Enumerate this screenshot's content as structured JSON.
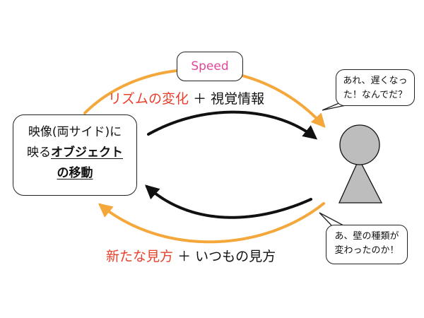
{
  "speed_label": "Speed",
  "object_box": {
    "line1": "映像(両サイド)に",
    "line2_prefix": "映る",
    "line2_emphasis": "オブジェクト",
    "line3_emphasis": "の移動"
  },
  "top_label": {
    "red": "リズムの変化",
    "plus": "＋",
    "rest": "視覚情報"
  },
  "bottom_label": {
    "red": "新たな見方",
    "plus": "＋",
    "rest": "いつもの見方"
  },
  "bubble_top": {
    "line1": "あれ、遅くなっ",
    "line2": "た！なんでだ？"
  },
  "bubble_bottom": {
    "line1": "あ、壁の種類が",
    "line2": "変わったのか！"
  },
  "colors": {
    "orange_arrow": "#f4a73a",
    "black_arrow": "#111111",
    "person_fill": "#bdbdbd",
    "red_text": "#e8402d",
    "speed_text": "#e0489a"
  }
}
